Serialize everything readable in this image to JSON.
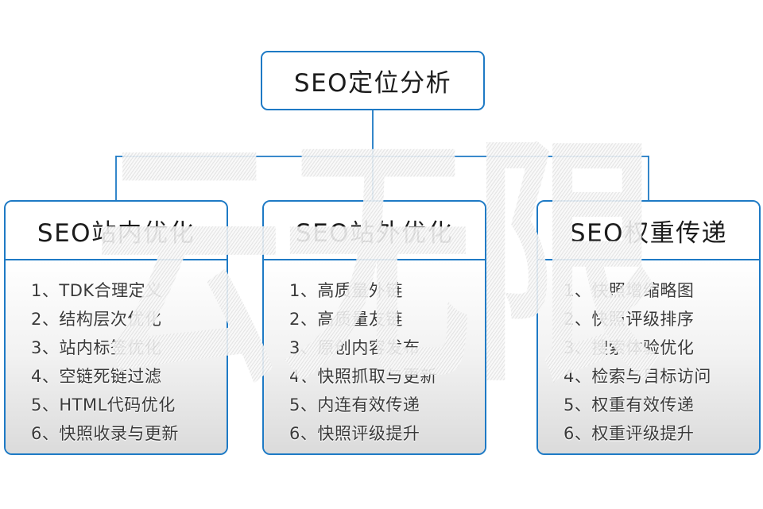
{
  "page": {
    "accent_color": "#1e7ac5",
    "watermark_text": "云无限"
  },
  "root_node": {
    "label": "SEO定位分析"
  },
  "columns": [
    {
      "title": "SEO站内优化",
      "items": [
        "1、TDK合理定义",
        "2、结构层次优化",
        "3、站内标签优化",
        "4、空链死链过滤",
        "5、HTML代码优化",
        "6、快照收录与更新"
      ]
    },
    {
      "title": "SEO站外优化",
      "items": [
        "1、高质量外链",
        "2、高质量友链",
        "3、原创内容发布",
        "4、快照抓取与更新",
        "5、内连有效传递",
        "6、快照评级提升"
      ]
    },
    {
      "title": "SEO权重传递",
      "items": [
        "1、快照增缩略图",
        "2、快照评级排序",
        "3、搜索体验优化",
        "4、检索与目标访问",
        "5、权重有效传递",
        "6、权重评级提升"
      ]
    }
  ]
}
